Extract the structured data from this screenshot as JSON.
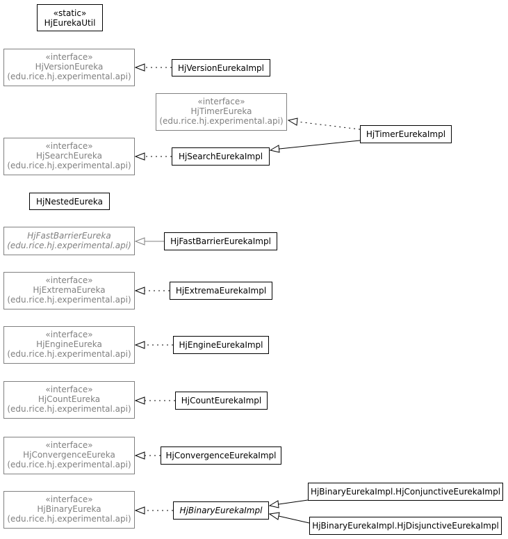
{
  "diagram": {
    "hj_eureka_util": {
      "stereotype": "«static»",
      "name": "HjEurekaUtil"
    },
    "hj_nested_eureka": {
      "name": "HjNestedEureka"
    },
    "interfaces": {
      "version": {
        "stereotype": "«interface»",
        "name": "HjVersionEureka",
        "package": "(edu.rice.hj.experimental.api)"
      },
      "timer": {
        "stereotype": "«interface»",
        "name": "HjTimerEureka",
        "package": "(edu.rice.hj.experimental.api)"
      },
      "search": {
        "stereotype": "«interface»",
        "name": "HjSearchEureka",
        "package": "(edu.rice.hj.experimental.api)"
      },
      "fast_barrier": {
        "name": "HjFastBarrierEureka",
        "package": "(edu.rice.hj.experimental.api)"
      },
      "extrema": {
        "stereotype": "«interface»",
        "name": "HjExtremaEureka",
        "package": "(edu.rice.hj.experimental.api)"
      },
      "engine": {
        "stereotype": "«interface»",
        "name": "HjEngineEureka",
        "package": "(edu.rice.hj.experimental.api)"
      },
      "count": {
        "stereotype": "«interface»",
        "name": "HjCountEureka",
        "package": "(edu.rice.hj.experimental.api)"
      },
      "convergence": {
        "stereotype": "«interface»",
        "name": "HjConvergenceEureka",
        "package": "(edu.rice.hj.experimental.api)"
      },
      "binary": {
        "stereotype": "«interface»",
        "name": "HjBinaryEureka",
        "package": "(edu.rice.hj.experimental.api)"
      }
    },
    "classes": {
      "version_impl": "HjVersionEurekaImpl",
      "timer_impl": "HjTimerEurekaImpl",
      "search_impl": "HjSearchEurekaImpl",
      "fast_barrier_impl": "HjFastBarrierEurekaImpl",
      "extrema_impl": "HjExtremaEurekaImpl",
      "engine_impl": "HjEngineEurekaImpl",
      "count_impl": "HjCountEurekaImpl",
      "convergence_impl": "HjConvergenceEurekaImpl",
      "binary_impl": "HjBinaryEurekaImpl",
      "conjunctive_impl": "HjBinaryEurekaImpl.HjConjunctiveEurekaImpl",
      "disjunctive_impl": "HjBinaryEurekaImpl.HjDisjunctiveEurekaImpl"
    }
  }
}
